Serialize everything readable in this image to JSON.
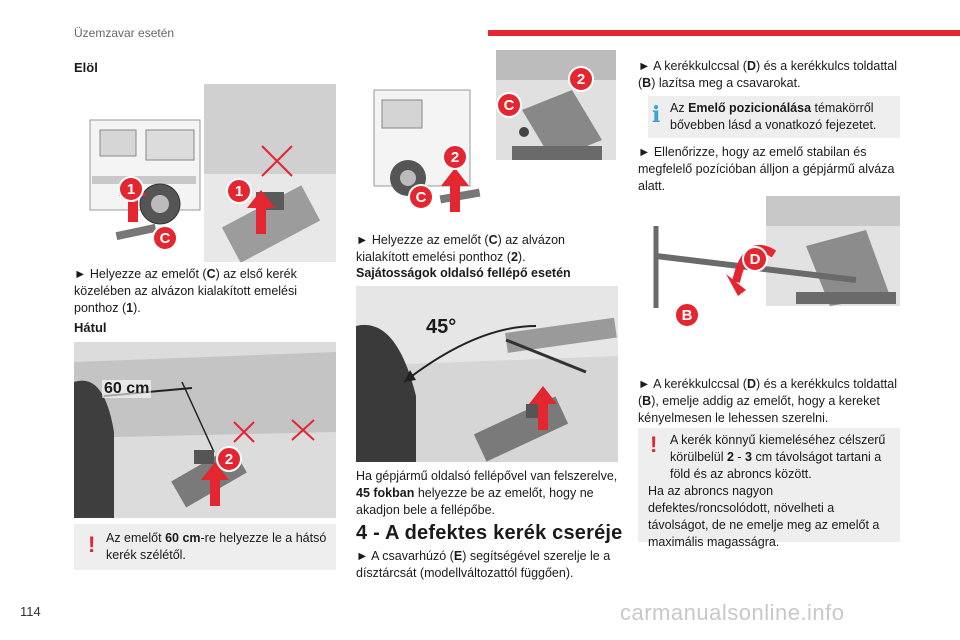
{
  "header": {
    "title": "Üzemzavar esetén"
  },
  "page_number": "114",
  "watermark": "carmanualsonline.info",
  "left_column": {
    "front_heading": "Elöl",
    "front_text_1": "► Helyezze az emelőt (",
    "front_text_C": "C",
    "front_text_2": ") az első kerék közelében az alvázon kialakított emelési ponthoz (",
    "front_text_1b": "1",
    "front_text_3": ").",
    "rear_heading": "Hátul",
    "rear_distance": "60 cm",
    "warning_text_1": "Az emelőt ",
    "warning_bold": "60 cm",
    "warning_text_2": "-re helyezze le a hátsó kerék szélétől."
  },
  "middle_column": {
    "rear_text_1": "► Helyezze az emelőt (",
    "rear_text_C": "C",
    "rear_text_2": ") az alvázon kialakított emelési ponthoz (",
    "rear_text_2b": "2",
    "rear_text_3": ").",
    "side_step_heading": "Sajátosságok oldalsó fellépő esetén",
    "angle_label": "45°",
    "step_text_1": "Ha gépjármű oldalsó fellépővel van felszerelve, ",
    "step_bold": "45 fokban",
    "step_text_2": " helyezze be az emelőt, hogy ne akadjon bele a fellépőbe.",
    "section_title": "4 - A defektes kerék cseréje",
    "hubcap_text_1": "► A csavarhúzó (",
    "hubcap_E": "E",
    "hubcap_text_2": ") segítségével szerelje le a dísztárcsát (modellváltozattól függően)."
  },
  "right_column": {
    "loosen_text_1": "► A kerékkulccsal (",
    "loosen_D": "D",
    "loosen_text_2": ") és a kerékkulcs toldattal (",
    "loosen_B": "B",
    "loosen_text_3": ") lazítsa meg a csavarokat.",
    "info_text_1": "Az ",
    "info_bold": "Emelő pozicionálása",
    "info_text_2": " témakörről bővebben lásd a vonatkozó fejezetet.",
    "check_text": "► Ellenőrizze, hogy az emelő stabilan és megfelelő pozícióban álljon a gépjármű alváza alatt.",
    "raise_text_1": "► A kerékkulccsal (",
    "raise_D": "D",
    "raise_text_2": ") és a kerékkulcs toldattal (",
    "raise_B": "B",
    "raise_text_3": "), emelje addig az emelőt, hogy a kereket kényelmesen le lehessen szerelni.",
    "warn2_text_1": "A kerék könnyű kiemeléséhez célszerű körülbelül ",
    "warn2_bold_1": "2",
    "warn2_dash": " - ",
    "warn2_bold_2": "3",
    "warn2_text_2": " cm távolságot tartani a föld és az abroncs között.",
    "warn2_text_3": "Ha az abroncs nagyon defektes/roncsolódott, növelheti a távolságot, de ne emelje meg az emelőt a maximális magasságra."
  },
  "callouts": {
    "c": "C",
    "one": "1",
    "two": "2",
    "d": "D",
    "b": "B"
  },
  "colors": {
    "accent": "#e3262f",
    "info": "#3aa3d9",
    "note_bg": "#eeeeee"
  }
}
